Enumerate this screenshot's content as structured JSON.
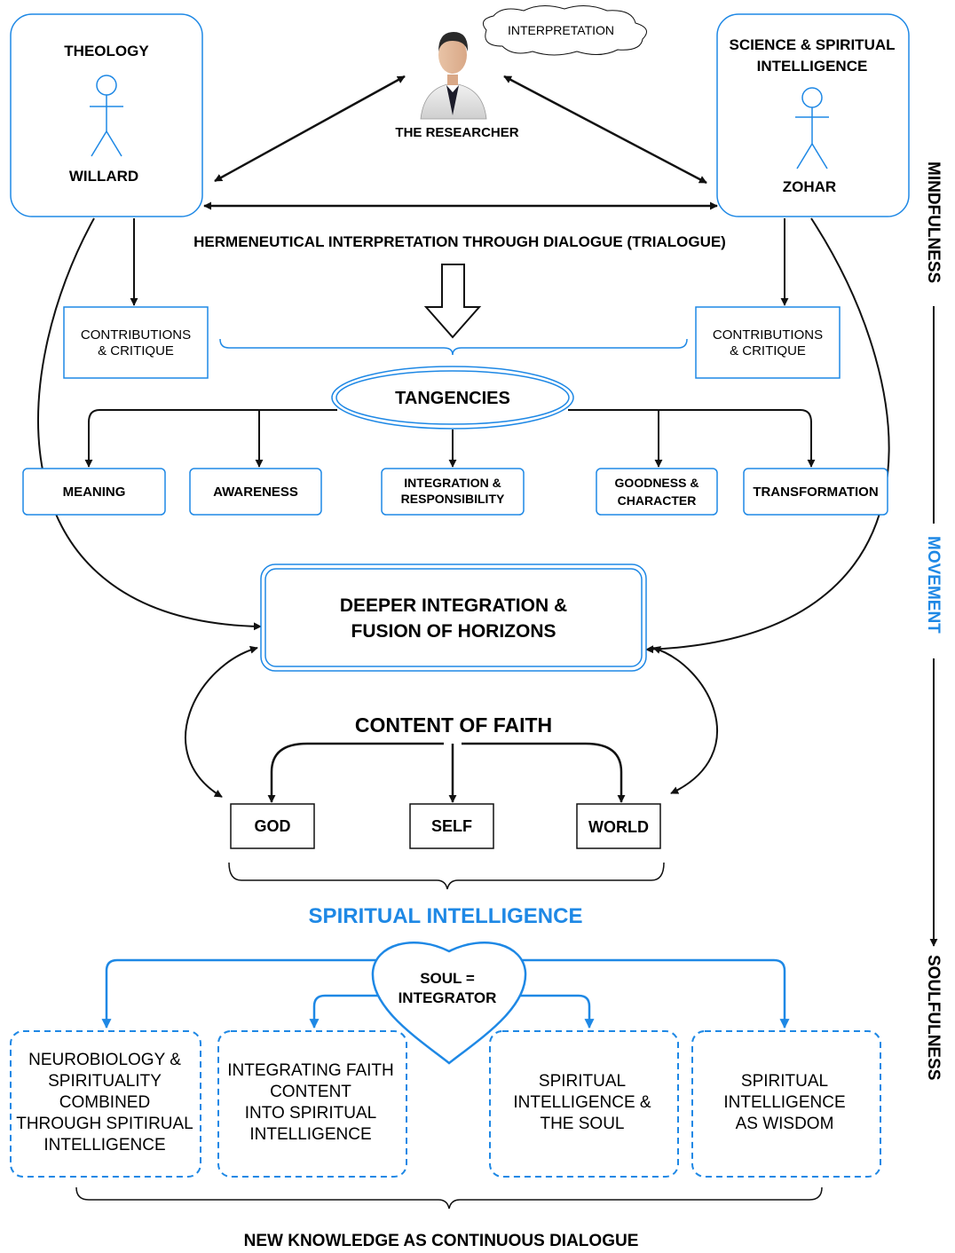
{
  "colors": {
    "blue": "#1e88e5",
    "black": "#111111",
    "text": "#111111",
    "blue_text": "#1e88e5"
  },
  "theology": {
    "title": "THEOLOGY",
    "person": "WILLARD"
  },
  "science": {
    "title_line1": "SCIENCE & SPIRITUAL",
    "title_line2": "INTELLIGENCE",
    "person": "ZOHAR"
  },
  "researcher": {
    "label": "THE RESEARCHER",
    "thought": "INTERPRETATION",
    "icon": "researcher-avatar-icon"
  },
  "hermeneutical": "HERMENEUTICAL INTERPRETATION THROUGH DIALOGUE (TRIALOGUE)",
  "contributions_left": {
    "line1": "CONTRIBUTIONS",
    "line2": "& CRITIQUE"
  },
  "contributions_right": {
    "line1": "CONTRIBUTIONS",
    "line2": "& CRITIQUE"
  },
  "tangencies": "TANGENCIES",
  "tangency_items": {
    "meaning": "MEANING",
    "awareness": "AWARENESS",
    "integration_line1": "INTEGRATION &",
    "integration_line2": "RESPONSIBILITY",
    "goodness_line1": "GOODNESS &",
    "goodness_line2": "CHARACTER",
    "transformation": "TRANSFORMATION"
  },
  "deeper": {
    "line1": "DEEPER INTEGRATION &",
    "line2": "FUSION OF HORIZONS"
  },
  "content_of_faith": "CONTENT OF FAITH",
  "faith_items": {
    "god": "GOD",
    "self": "SELF",
    "world": "WORLD"
  },
  "spiritual_intelligence": "SPIRITUAL INTELLIGENCE",
  "soul": {
    "line1": "SOUL =",
    "line2": "INTEGRATOR"
  },
  "outcomes": {
    "neuro": [
      "NEUROBIOLOGY &",
      "SPIRITUALITY",
      "COMBINED",
      "THROUGH SPITIRUAL",
      "INTELLIGENCE"
    ],
    "faith": [
      "INTEGRATING FAITH",
      "CONTENT",
      "INTO SPIRITUAL",
      "INTELLIGENCE"
    ],
    "soul": [
      "SPIRITUAL",
      "INTELLIGENCE &",
      "THE SOUL"
    ],
    "wisdom": [
      "SPIRITUAL",
      "INTELLIGENCE",
      "AS WISDOM"
    ]
  },
  "new_knowledge": "NEW KNOWLEDGE AS CONTINUOUS DIALOGUE",
  "side_axis": {
    "mindfulness": "MINDFULNESS",
    "movement": "MOVEMENT",
    "soulfulness": "SOULFULNESS"
  }
}
